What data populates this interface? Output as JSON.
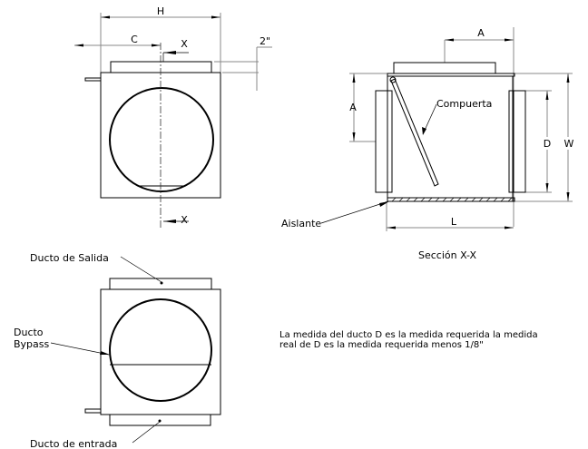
{
  "top_view": {
    "dim_h": "H",
    "dim_c": "C",
    "section_mark_top": "X",
    "section_mark_bottom": "X",
    "dim_offset": "2\""
  },
  "section_view": {
    "dim_a_top": "A",
    "dim_a_left": "A",
    "dim_d": "D",
    "dim_w": "W",
    "dim_l": "L",
    "label_damper": "Compuerta",
    "label_insulation": "Aislante",
    "title": "Sección X-X"
  },
  "front_view": {
    "label_outlet": "Ducto de Salida",
    "label_bypass_1": "Ducto",
    "label_bypass_2": "Bypass",
    "label_inlet": "Ducto de entrada"
  },
  "note": {
    "line1": "La medida del ducto D es la medida requerida la medida",
    "line2": "real de D es la medida requerida menos 1/8\""
  }
}
